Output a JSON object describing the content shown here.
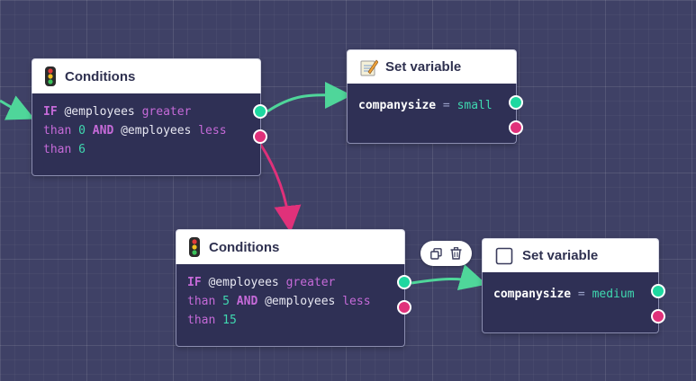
{
  "colors": {
    "canvas_bg": "#3f4166",
    "node_body": "#2f3055",
    "true_port": "#1ed8a0",
    "false_port": "#e0317a",
    "keyword": "#c56ad8",
    "number": "#3fd9b0"
  },
  "nodes": {
    "cond1": {
      "title": "Conditions",
      "icon": "traffic-light-icon",
      "line1": {
        "if": "IF",
        "var1": "@employees",
        "op1": "greater"
      },
      "line2": {
        "op1b": "than",
        "num1": "0",
        "and": "AND",
        "var2": "@employees",
        "op2": "less"
      },
      "line3": {
        "op2b": "than",
        "num2": "6"
      }
    },
    "set1": {
      "title": "Set variable",
      "icon": "memo-icon",
      "var": "companysize",
      "eq": "=",
      "value": "small"
    },
    "cond2": {
      "title": "Conditions",
      "icon": "traffic-light-icon",
      "line1": {
        "if": "IF",
        "var1": "@employees",
        "op1": "greater"
      },
      "line2": {
        "op1b": "than",
        "num1": "5",
        "and": "AND",
        "var2": "@employees",
        "op2": "less"
      },
      "line3": {
        "op2b": "than",
        "num2": "15"
      }
    },
    "set2": {
      "title": "Set variable",
      "icon": "checkbox-icon",
      "var": "companysize",
      "eq": "=",
      "value": "medium"
    }
  },
  "toolbar": {
    "duplicate_icon": "duplicate-icon",
    "delete_icon": "trash-icon"
  }
}
